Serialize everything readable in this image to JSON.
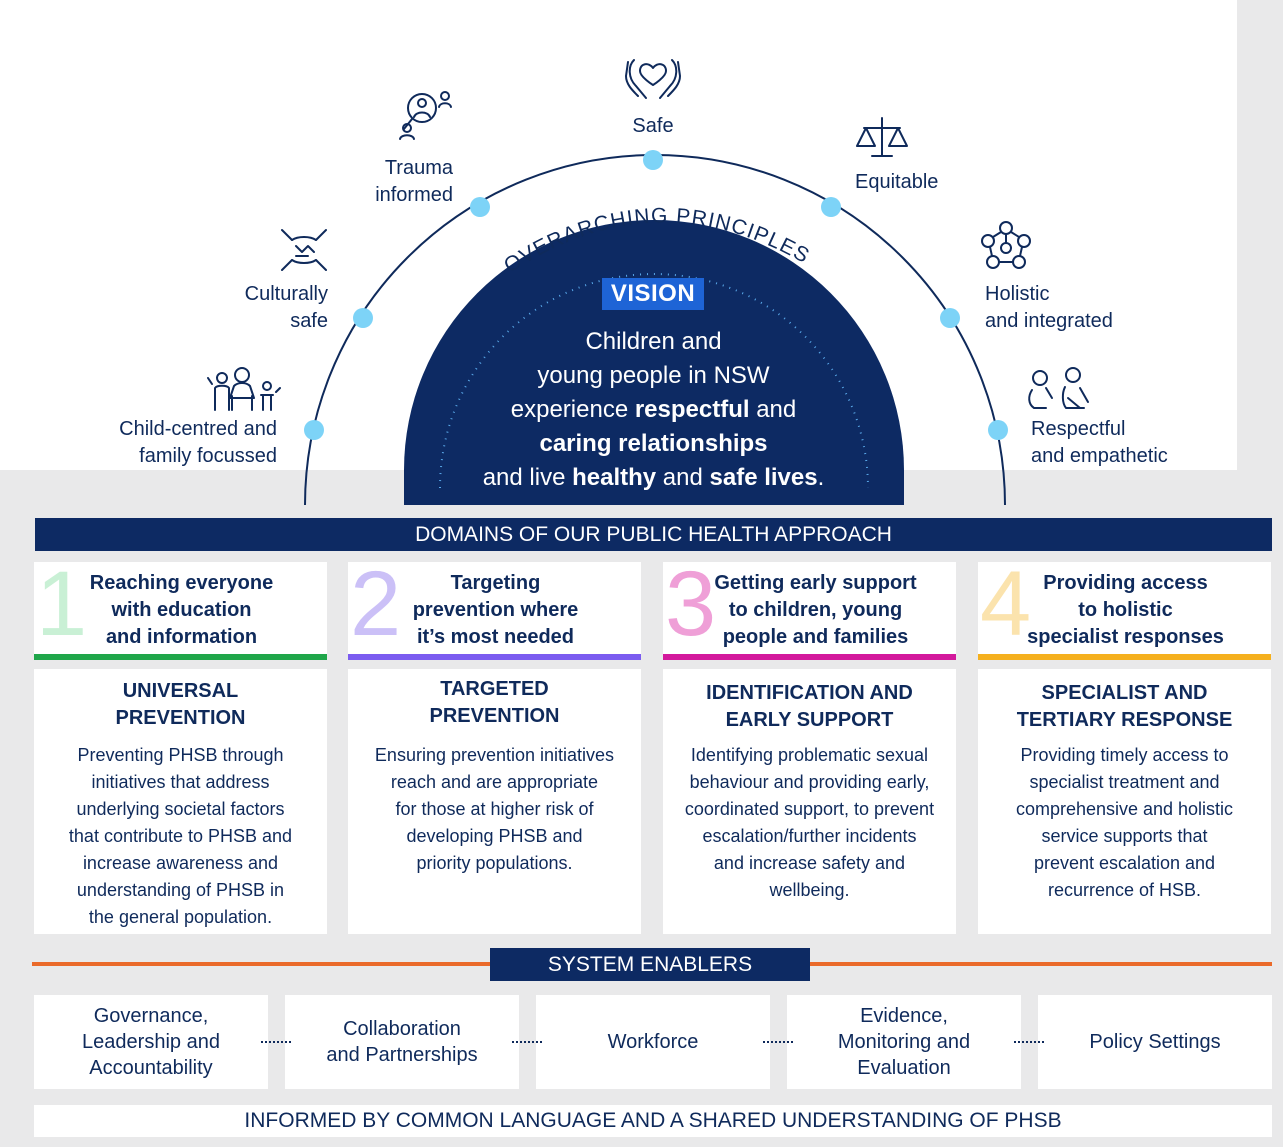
{
  "principles": {
    "heading": "OVERARCHING PRINCIPLES",
    "items": [
      {
        "label_lines": [
          "Safe"
        ],
        "icon": "heart-in-hands-icon"
      },
      {
        "label_lines": [
          "Trauma",
          "informed"
        ],
        "icon": "person-magnifier-icon"
      },
      {
        "label_lines": [
          "Equitable"
        ],
        "icon": "balance-scale-icon"
      },
      {
        "label_lines": [
          "Culturally",
          "safe"
        ],
        "icon": "joined-hands-icon"
      },
      {
        "label_lines": [
          "Holistic",
          "and integrated"
        ],
        "icon": "connected-network-icon"
      },
      {
        "label_lines": [
          "Child-centred and",
          "family focussed"
        ],
        "icon": "family-icon"
      },
      {
        "label_lines": [
          "Respectful",
          "and empathetic"
        ],
        "icon": "two-people-icon"
      }
    ]
  },
  "vision": {
    "tag": "VISION",
    "line1": "Children and",
    "line2": "young people in NSW",
    "line3_a": "experience ",
    "line3_b": "respectful",
    "line3_c": " and",
    "line4": "caring relationships",
    "line5_a": "and live ",
    "line5_b": "healthy",
    "line5_c": " and ",
    "line5_d": "safe lives",
    "line5_e": "."
  },
  "domains_banner": "DOMAINS OF OUR PUBLIC HEALTH APPROACH",
  "domains": [
    {
      "number": "1",
      "title_lines": [
        "Reaching everyone",
        "with education",
        "and information"
      ],
      "subtitle_lines": [
        "UNIVERSAL",
        "PREVENTION"
      ],
      "desc_lines": [
        "Preventing PHSB through",
        "initiatives that address",
        "underlying societal factors",
        "that contribute to PHSB and",
        "increase awareness and",
        "understanding of PHSB in",
        "the general population."
      ],
      "color": "#1fa64a",
      "num_color": "#c9f0d5"
    },
    {
      "number": "2",
      "title_lines": [
        "Targeting",
        "prevention where",
        "it’s most needed"
      ],
      "subtitle_lines": [
        "TARGETED",
        "PREVENTION"
      ],
      "desc_lines": [
        "Ensuring prevention initiatives",
        "reach and are appropriate",
        "for those at higher risk of",
        "developing PHSB and",
        "priority populations."
      ],
      "color": "#7b5cf0",
      "num_color": "#cbc0f7"
    },
    {
      "number": "3",
      "title_lines": [
        "Getting early support",
        "to children, young",
        "people and families"
      ],
      "subtitle_lines": [
        "IDENTIFICATION AND",
        "EARLY SUPPORT"
      ],
      "desc_lines": [
        "Identifying problematic sexual",
        "behaviour and providing early,",
        "coordinated support, to prevent",
        "escalation/further incidents",
        "and increase safety and",
        "wellbeing."
      ],
      "color": "#d3199c",
      "num_color": "#ef9fd7"
    },
    {
      "number": "4",
      "title_lines": [
        "Providing access",
        "to holistic",
        "specialist responses"
      ],
      "subtitle_lines": [
        "SPECIALIST AND",
        "TERTIARY RESPONSE"
      ],
      "desc_lines": [
        "Providing timely access to",
        "specialist treatment and",
        "comprehensive and holistic",
        "service supports that",
        "prevent escalation and",
        "recurrence of HSB."
      ],
      "color": "#f5b01e",
      "num_color": "#fbe3ad"
    }
  ],
  "enablers_banner": "SYSTEM ENABLERS",
  "enablers": [
    {
      "lines": [
        "Governance,",
        "Leadership and",
        "Accountability"
      ]
    },
    {
      "lines": [
        "Collaboration",
        "and Partnerships"
      ]
    },
    {
      "lines": [
        "Workforce"
      ]
    },
    {
      "lines": [
        "Evidence,",
        "Monitoring and",
        "Evaluation"
      ]
    },
    {
      "lines": [
        "Policy Settings"
      ]
    }
  ],
  "footer": "INFORMED BY COMMON LANGUAGE AND A SHARED UNDERSTANDING OF PHSB",
  "colors": {
    "navy": "#0d2a63",
    "accent_blue": "#1e64d6",
    "dot": "#7dd3f7",
    "orange": "#ea6a2a"
  }
}
